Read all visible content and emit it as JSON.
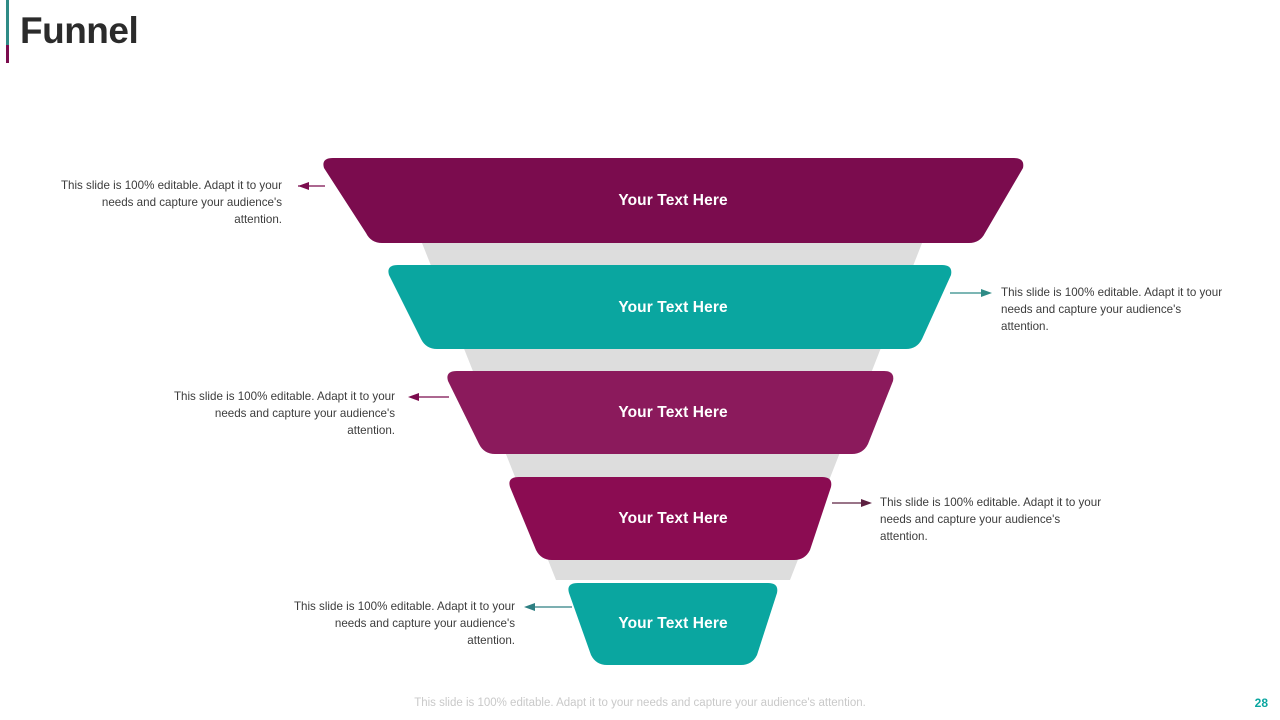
{
  "slide": {
    "title": "Funnel",
    "page_number": "28",
    "footer_note": "This slide is 100% editable. Adapt it to your needs and capture your audience's attention.",
    "accent_top_color": "#2e8b86",
    "accent_bottom_color": "#7b0c4e"
  },
  "colors": {
    "purple_dark": "#7b0c4e",
    "purple": "#8b1157",
    "purple_mid": "#8b1a5c",
    "teal": "#0aa6a0",
    "teal_dark": "#0f9e99",
    "funnel_backdrop": "#dddddd",
    "text_dark": "#3c3c3c",
    "footer_gray": "#c9c9c9"
  },
  "funnel": {
    "backdrop_color": "#dddddd",
    "bands": [
      {
        "index": 1,
        "label": "Your Text Here",
        "color": "#7b0c4e",
        "side": "left",
        "arrow_color": "#7b0c4e",
        "callout": "This slide is 100% editable. Adapt it to your needs and capture your audience's attention."
      },
      {
        "index": 2,
        "label": "Your Text Here",
        "color": "#0aa6a0",
        "side": "right",
        "arrow_color": "#2e8b86",
        "callout": "This slide is 100% editable. Adapt it to your needs and capture your audience's attention."
      },
      {
        "index": 3,
        "label": "Your Text Here",
        "color": "#8b1a5c",
        "side": "left",
        "arrow_color": "#7b0c4e",
        "callout": "This slide is 100% editable. Adapt it to your needs and capture your audience's attention."
      },
      {
        "index": 4,
        "label": "Your Text Here",
        "color": "#8b0c52",
        "side": "right",
        "arrow_color": "#5c2040",
        "callout": "This slide is 100% editable. Adapt it to your needs and capture your audience's attention."
      },
      {
        "index": 5,
        "label": "Your Text Here",
        "color": "#0aa6a0",
        "side": "left",
        "arrow_color": "#2e7f82",
        "callout": "This slide is 100% editable. Adapt it to your needs and capture your audience's attention."
      }
    ]
  }
}
